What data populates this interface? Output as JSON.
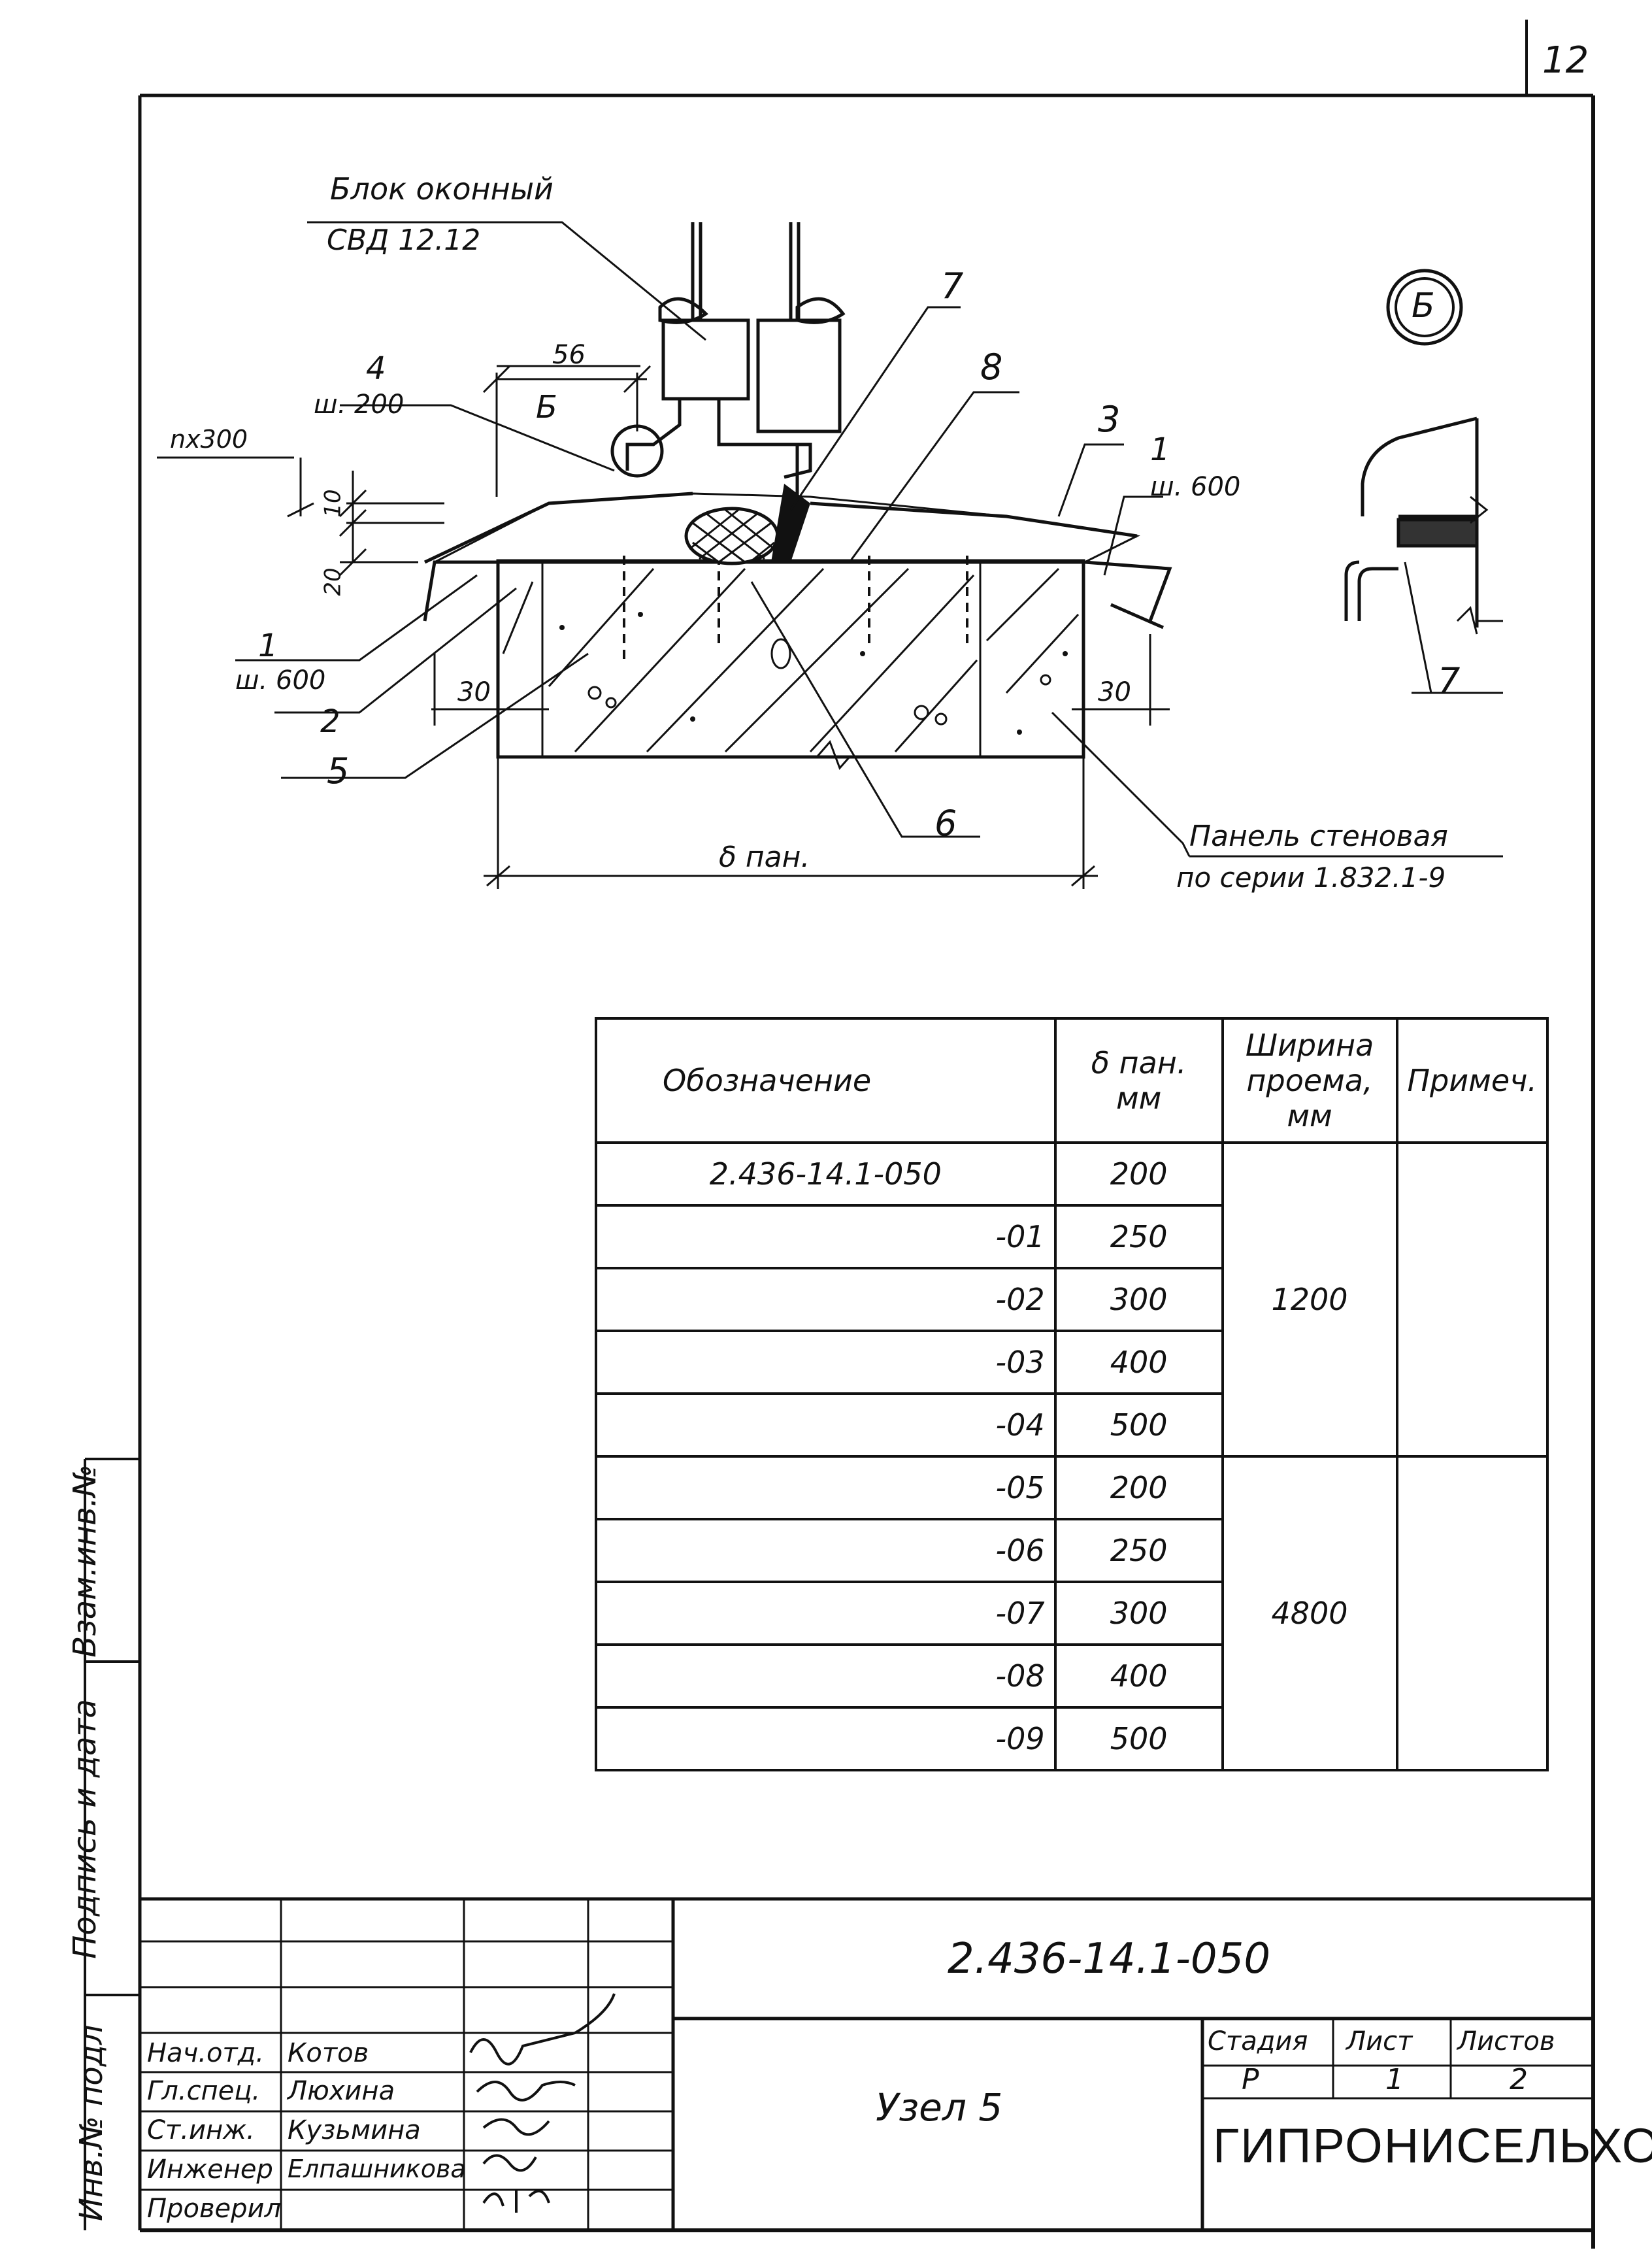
{
  "page_number": "12",
  "side_labels": {
    "inv_no_podl": "Инв.№ подл",
    "podpis_data": "Подпись и дата",
    "vzam_inv": "Взам.инв.№"
  },
  "drawing": {
    "window_block": [
      "Блок оконный",
      "СВД 12.12"
    ],
    "wall_panel": [
      "Панель стеновая",
      "по серии 1.832.1-9"
    ],
    "callout_circle": "Б",
    "dim_56": "56",
    "nx300": "nх300",
    "dim_10": "10",
    "dim_20": "20",
    "dim_30_left": "30",
    "dim_30_right": "30",
    "delta_pan": "δ пан.",
    "pos": {
      "p1_left": "1",
      "p1_left_w": "ш. 600",
      "p1_right": "1",
      "p1_right_w": "ш. 600",
      "p2": "2",
      "p3": "3",
      "p4": "4",
      "p4_w": "ш. 200",
      "p5": "5",
      "p6": "6",
      "p7": "7",
      "p8": "8",
      "detail_p7": "7"
    }
  },
  "spec_table": {
    "headers": {
      "designation": "Обозначение",
      "thickness": "δ пан. мм",
      "opening": "Ширина проема, мм",
      "note": "Примеч."
    },
    "rows": [
      {
        "designation": "2.436-14.1-050",
        "thickness": "200"
      },
      {
        "designation": "-01",
        "thickness": "250"
      },
      {
        "designation": "-02",
        "thickness": "300"
      },
      {
        "designation": "-03",
        "thickness": "400"
      },
      {
        "designation": "-04",
        "thickness": "500"
      },
      {
        "designation": "-05",
        "thickness": "200"
      },
      {
        "designation": "-06",
        "thickness": "250"
      },
      {
        "designation": "-07",
        "thickness": "300"
      },
      {
        "designation": "-08",
        "thickness": "400"
      },
      {
        "designation": "-09",
        "thickness": "500"
      }
    ],
    "opening_groups": [
      "1200",
      "4800"
    ]
  },
  "title_block": {
    "doc_code": "2.436-14.1-050",
    "title": "Узел 5",
    "stage_label": "Стадия",
    "sheet_label": "Лист",
    "sheets_label": "Листов",
    "stage": "Р",
    "sheet": "1",
    "sheets": "2",
    "org": "ГИПРОНИСЕЛЬХОЗ",
    "people": [
      {
        "role": "Нач.отд.",
        "name": "Котов"
      },
      {
        "role": "Гл.спец.",
        "name": "Люхина"
      },
      {
        "role": "Ст.инж.",
        "name": "Кузьмина"
      },
      {
        "role": "Инженер",
        "name": "Елпашникова"
      },
      {
        "role": "Проверил",
        "name": ""
      }
    ]
  }
}
